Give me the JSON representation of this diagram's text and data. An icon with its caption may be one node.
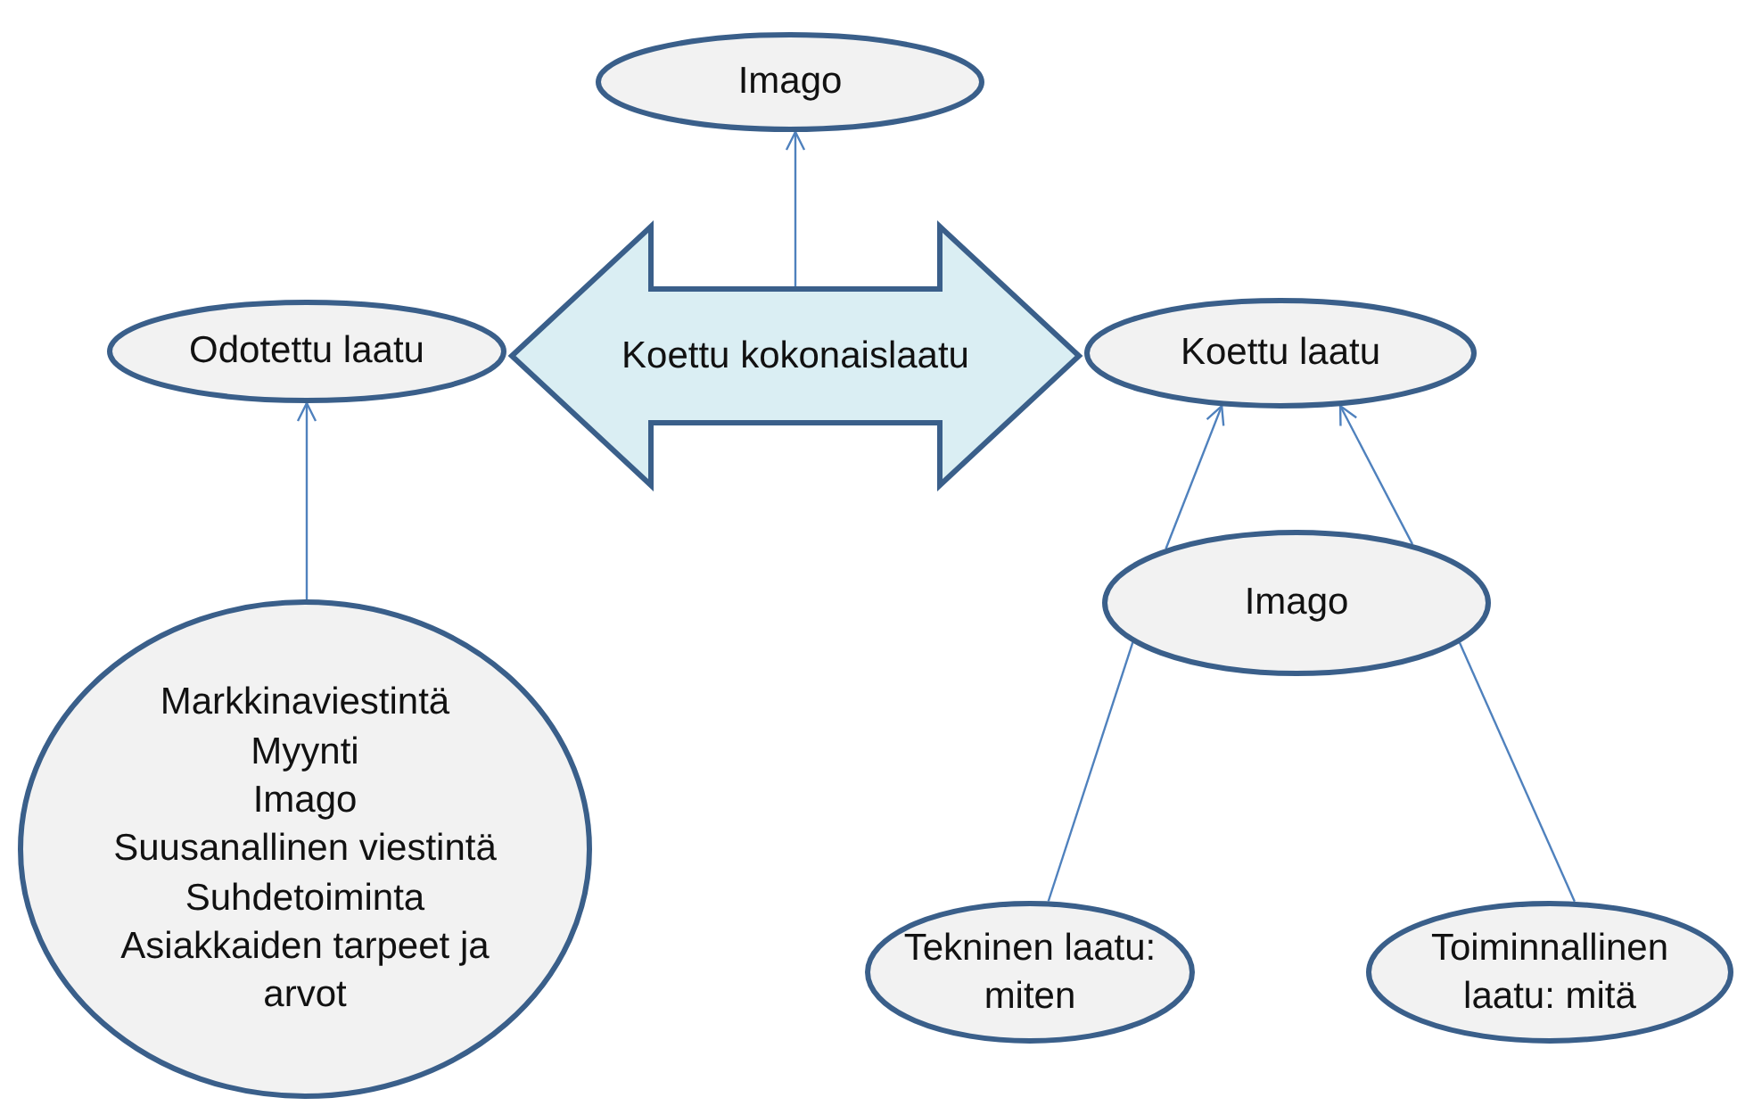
{
  "diagram": {
    "nodes": [
      {
        "text": [
          "Imago"
        ]
      },
      {
        "text": [
          "Odotettu laatu"
        ]
      },
      {
        "text": [
          "Koettu kokonaislaatu"
        ]
      },
      {
        "text": [
          "Koettu laatu"
        ]
      },
      {
        "text": [
          "Imago"
        ]
      },
      {
        "text": [
          "Markkinaviestintä",
          "Myynti",
          "Imago",
          "Suusanallinen viestintä",
          "Suhdetoiminta",
          "Asiakkaiden tarpeet ja arvot"
        ]
      },
      {
        "text": [
          "Tekninen laatu: miten"
        ]
      },
      {
        "text": [
          "Toiminnallinen laatu: mitä"
        ]
      }
    ],
    "edges": [
      {
        "from": 2,
        "to": 0,
        "arrow": "to"
      },
      {
        "from": 5,
        "to": 1,
        "arrow": "to"
      },
      {
        "from": 4,
        "to": 3,
        "arrow": "to"
      },
      {
        "from": 4,
        "to": 3,
        "arrow": "to"
      },
      {
        "from": 6,
        "to": 4,
        "arrow": "none"
      },
      {
        "from": 7,
        "to": 4,
        "arrow": "none"
      }
    ]
  }
}
